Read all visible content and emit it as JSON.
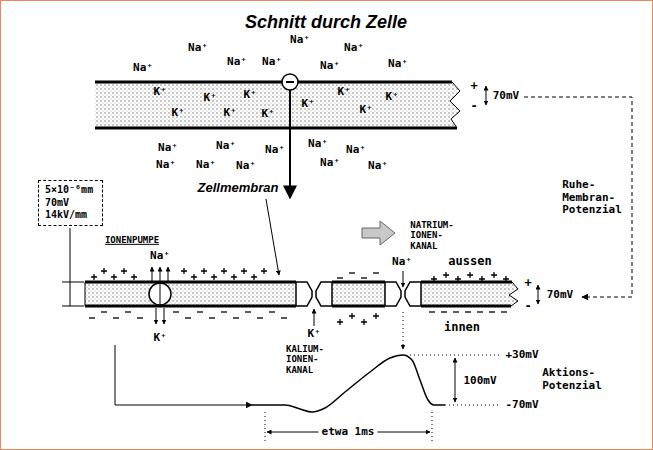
{
  "diagram": {
    "title": "Schnitt durch Zelle",
    "nodes": [
      {
        "text": [
          "5×10⁻⁶mm",
          "70mV",
          "14kV/mm"
        ]
      }
    ],
    "labels": [
      "Na⁺",
      "Na⁺",
      "Na⁺",
      "Na⁺",
      "Na⁺",
      "Na⁺",
      "Na⁺",
      "Na⁺",
      "K⁺",
      "K⁺",
      "K⁺",
      "K⁺",
      "K⁺",
      "K⁺",
      "K⁺",
      "K⁺",
      "K⁺",
      "K⁺",
      "Na⁺",
      "Na⁺",
      "Na⁺",
      "Na⁺",
      "Na⁺",
      "Na⁺",
      "Na⁺",
      "Na⁺",
      "Na⁺",
      "Na⁺",
      "+",
      "70mV",
      "-",
      "Ruhe-Membran-Potenzial",
      "Zellmembran",
      "IONENPUMPE",
      "Na⁺",
      "NATRIUM-IONEN-KANAL",
      "Na⁺",
      "aussen",
      "+",
      "70mV",
      "-",
      "innen",
      "K⁺",
      "K⁺",
      "KALIUM-IONEN-KANAL",
      "+30mV",
      "100mV",
      "Aktions-Potenzial",
      "-70mV",
      "etwa 1ms"
    ]
  }
}
